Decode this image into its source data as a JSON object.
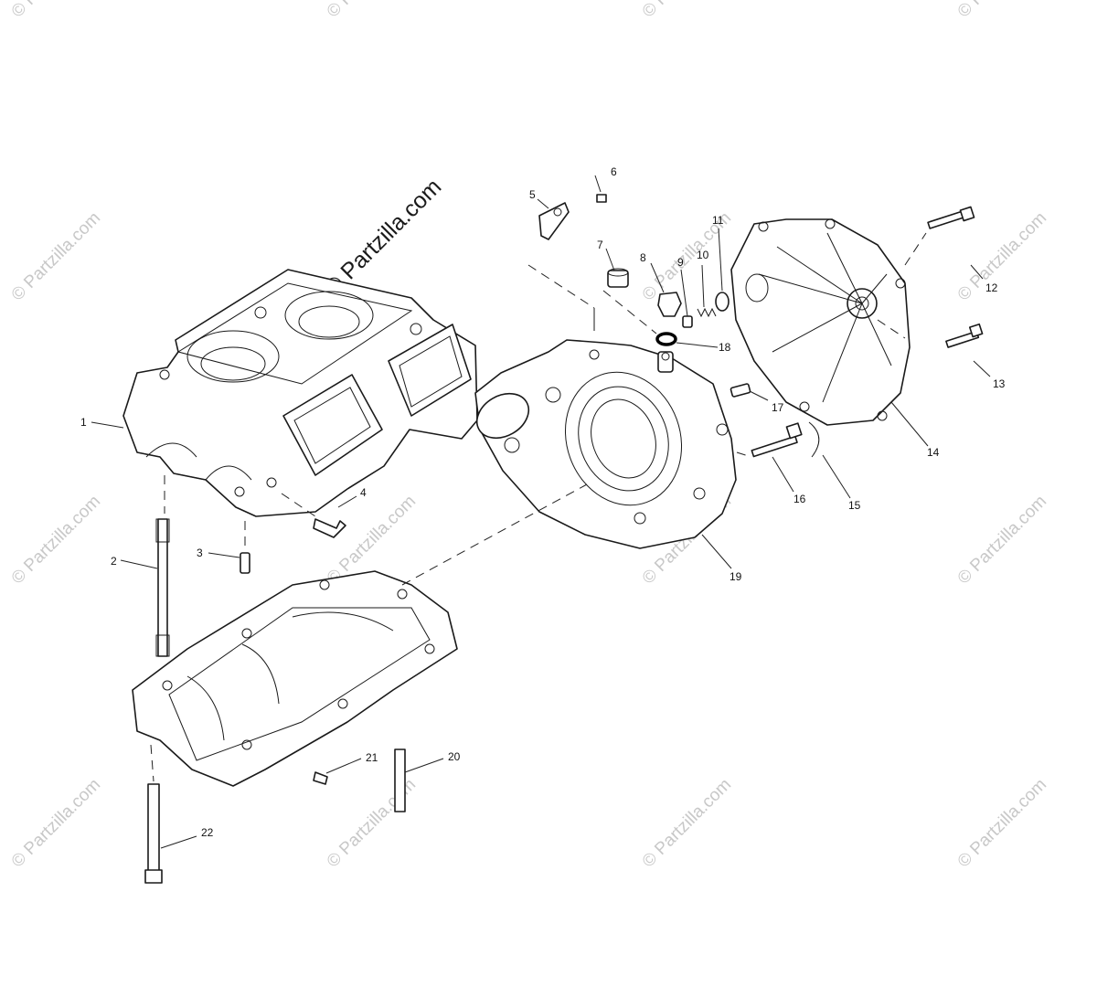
{
  "watermark_text": "© Partzilla.com",
  "main_watermark_text": "© Partzilla.com",
  "callouts": [
    "1",
    "2",
    "3",
    "4",
    "5",
    "6",
    "7",
    "8",
    "9",
    "10",
    "11",
    "12",
    "13",
    "14",
    "15",
    "16",
    "17",
    "18",
    "19",
    "20",
    "21",
    "22"
  ]
}
